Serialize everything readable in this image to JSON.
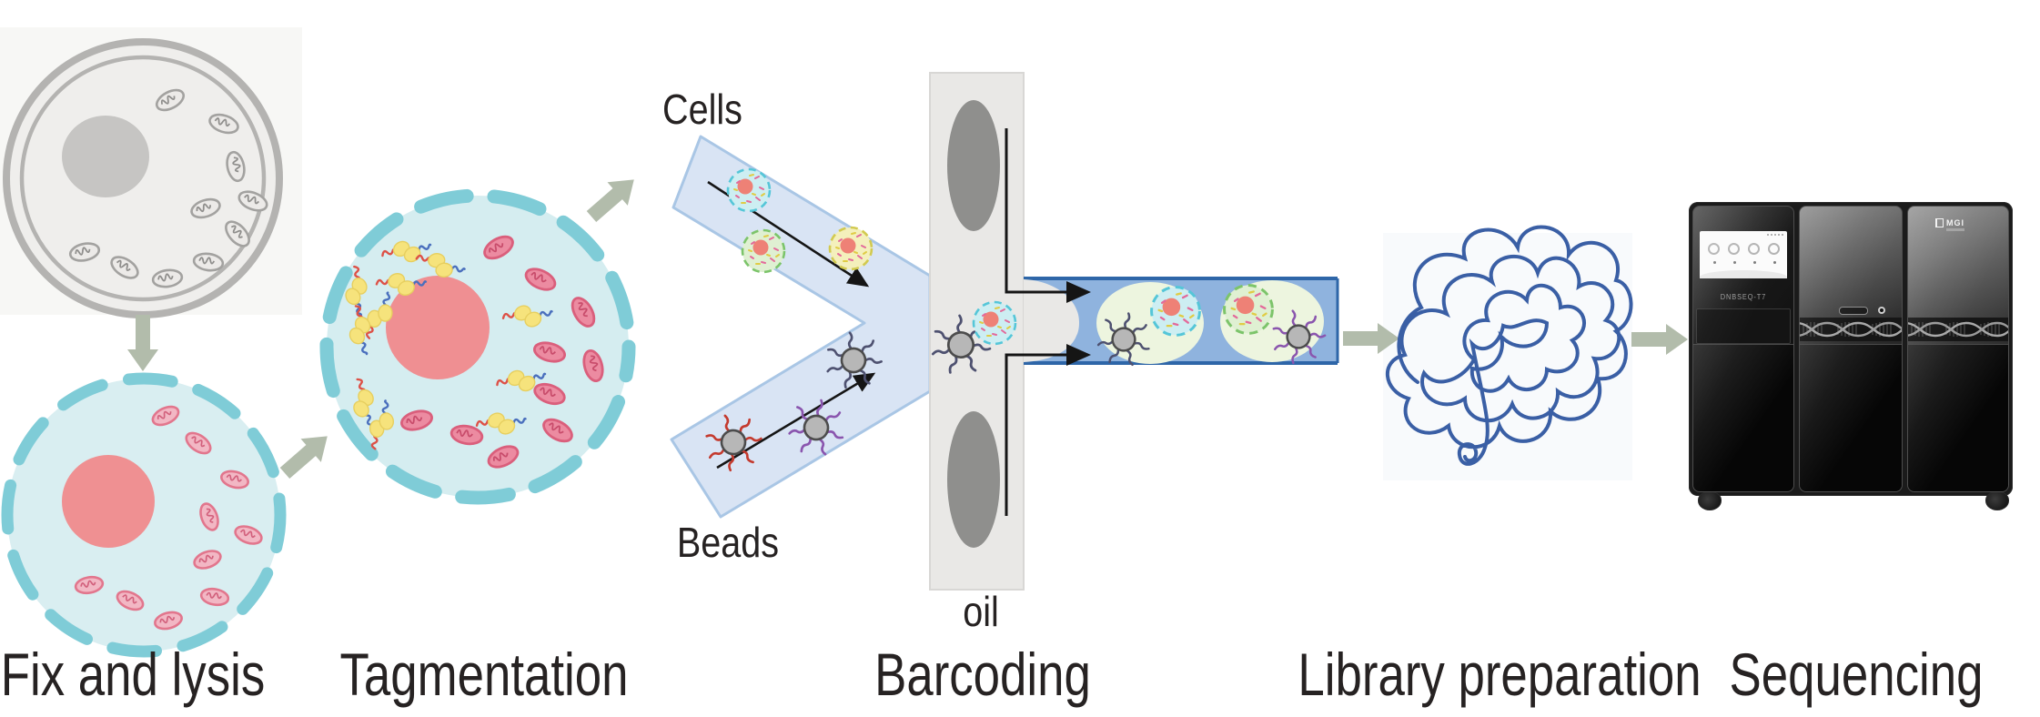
{
  "stages": [
    {
      "label": "Fix and lysis"
    },
    {
      "label": "Tagmentation"
    },
    {
      "label": "Barcoding"
    },
    {
      "label": "Library preparation"
    },
    {
      "label": "Sequencing"
    }
  ],
  "labels": {
    "cells": "Cells",
    "beads": "Beads",
    "oil": "oil"
  },
  "machine": {
    "model": "DNBSEQ-T7",
    "brand": "MGI"
  },
  "colors": {
    "flow_arrow_sage": "#b2bcab",
    "membrane_teal": "#7fccd7",
    "cytoplasm_blue": "#d9eef1",
    "nucleus_pink": "#ef9092",
    "mitochondria_pink": "#ec8ba1",
    "fixed_cell_gray": "#b4b3b1",
    "transposome_yellow": "#f6e37c",
    "adapter_red": "#dd5147",
    "adapter_blue": "#4a6fbd",
    "channel_fill": "#d9e4f4",
    "channel_border": "#a9c6e5",
    "oil_channel_gray": "#e9e8e6",
    "oil_reservoir_gray": "#8f8f8d",
    "droplet_channel_blue": "#8fb3de",
    "droplet_channel_border": "#2e66a8",
    "droplet_fill": "#edf5df",
    "bead_core_gray": "#b7b7b7",
    "bead_tail_navy": "#4e5170",
    "bead_tail_red": "#c43a2e",
    "bead_tail_purple": "#8a55ae",
    "library_scribble_blue": "#3a5fa5",
    "label_text": "#262222",
    "machine_black": "#0d0d0d"
  }
}
